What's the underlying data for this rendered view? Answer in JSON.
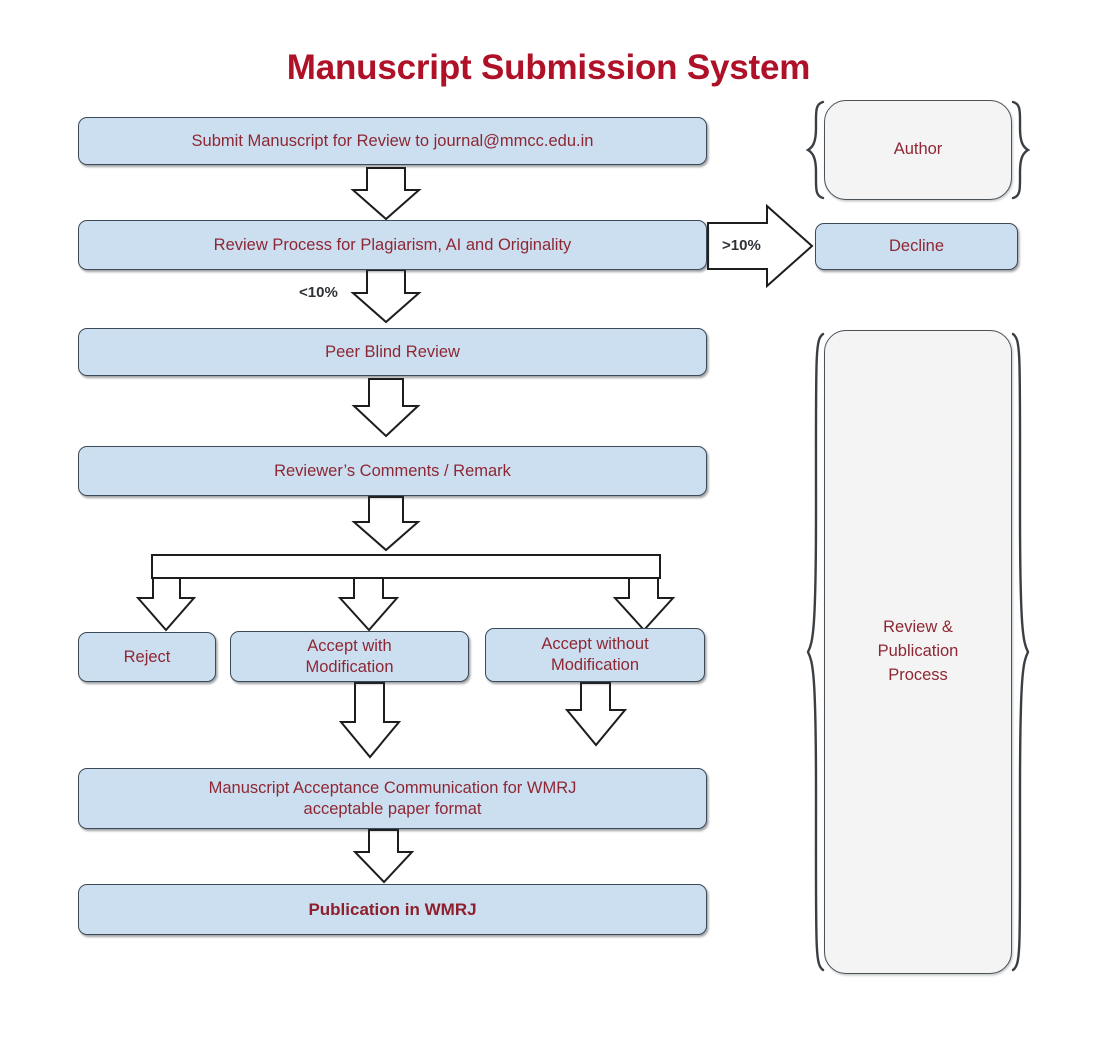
{
  "page": {
    "title": "Manuscript Submission System",
    "title_color": "#ae1128",
    "background": "#ffffff"
  },
  "theme": {
    "node_fill": "#cbdff1",
    "node_border": "#3d4a57",
    "node_text": "#8e2733",
    "group_fill": "#f4f4f4",
    "group_border": "#4b5258",
    "arrow_fill": "#ffffff",
    "arrow_stroke": "#1d1d1d",
    "label_text": "#2f3338"
  },
  "flow": {
    "nodes": [
      {
        "id": "submit",
        "label": "Submit Manuscript for Review to journal@mmcc.edu.in"
      },
      {
        "id": "review",
        "label": "Review Process for Plagiarism, AI and Originality"
      },
      {
        "id": "decline",
        "label": "Decline"
      },
      {
        "id": "peer",
        "label": "Peer Blind Review"
      },
      {
        "id": "comments",
        "label": "Reviewer’s Comments / Remark"
      },
      {
        "id": "reject",
        "label": "Reject"
      },
      {
        "id": "accept-with",
        "label": "Accept with\nModification"
      },
      {
        "id": "accept-without",
        "label": "Accept without\nModification"
      },
      {
        "id": "acceptance",
        "label": "Manuscript Acceptance Communication for WMRJ\nacceptable paper format"
      },
      {
        "id": "publication",
        "label": "Publication in WMRJ"
      }
    ],
    "edge_labels": [
      {
        "id": "gt10",
        "label": ">10%"
      },
      {
        "id": "lt10",
        "label": "<10%"
      }
    ]
  },
  "groups": [
    {
      "id": "author",
      "label": "Author"
    },
    {
      "id": "process",
      "label": "Review  &\nPublication\nProcess"
    }
  ]
}
